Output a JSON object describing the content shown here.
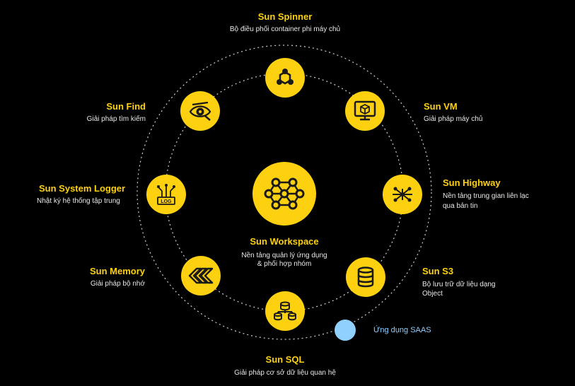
{
  "colors": {
    "accent": "#fdd10f",
    "background": "#000000",
    "ring": "#d0d0d0",
    "saas": "#8fd0ff",
    "icon_dark": "#1a1a1a"
  },
  "center": {
    "title": "Sun Workspace",
    "desc_line1": "Nền tảng quản lý ứng dụng",
    "desc_line2": "& phối hợp nhóm",
    "icon": "network-hexagon-icon"
  },
  "services": [
    {
      "id": "spinner",
      "title": "Sun Spinner",
      "desc": "Bộ điều phối container phi máy chủ",
      "icon": "hexagon-nodes-icon"
    },
    {
      "id": "vm",
      "title": "Sun VM",
      "desc": "Giải pháp máy chủ",
      "icon": "monitor-cube-icon"
    },
    {
      "id": "highway",
      "title": "Sun Highway",
      "desc_line1": "Nền tảng trung gian liên lạc",
      "desc_line2": "qua bản tin",
      "icon": "branch-arrows-icon"
    },
    {
      "id": "s3",
      "title": "Sun S3",
      "desc_line1": "Bộ lưu trữ dữ liệu dạng",
      "desc_line2": "Object",
      "icon": "database-icon"
    },
    {
      "id": "sql",
      "title": "Sun SQL",
      "desc": "Giải pháp cơ sở dữ liệu quan hệ",
      "icon": "connected-database-icon"
    },
    {
      "id": "memory",
      "title": "Sun Memory",
      "desc": "Giải pháp bộ nhớ",
      "icon": "memory-chevrons-icon"
    },
    {
      "id": "logger",
      "title": "Sun System Logger",
      "desc": "Nhật ký hệ thống tập trung",
      "icon": "log-circuit-icon",
      "icon_text": "LOG"
    },
    {
      "id": "find",
      "title": "Sun Find",
      "desc": "Giải pháp tìm kiếm",
      "icon": "eye-search-icon"
    }
  ],
  "saas": {
    "label": "Ứng dụng SAAS"
  }
}
